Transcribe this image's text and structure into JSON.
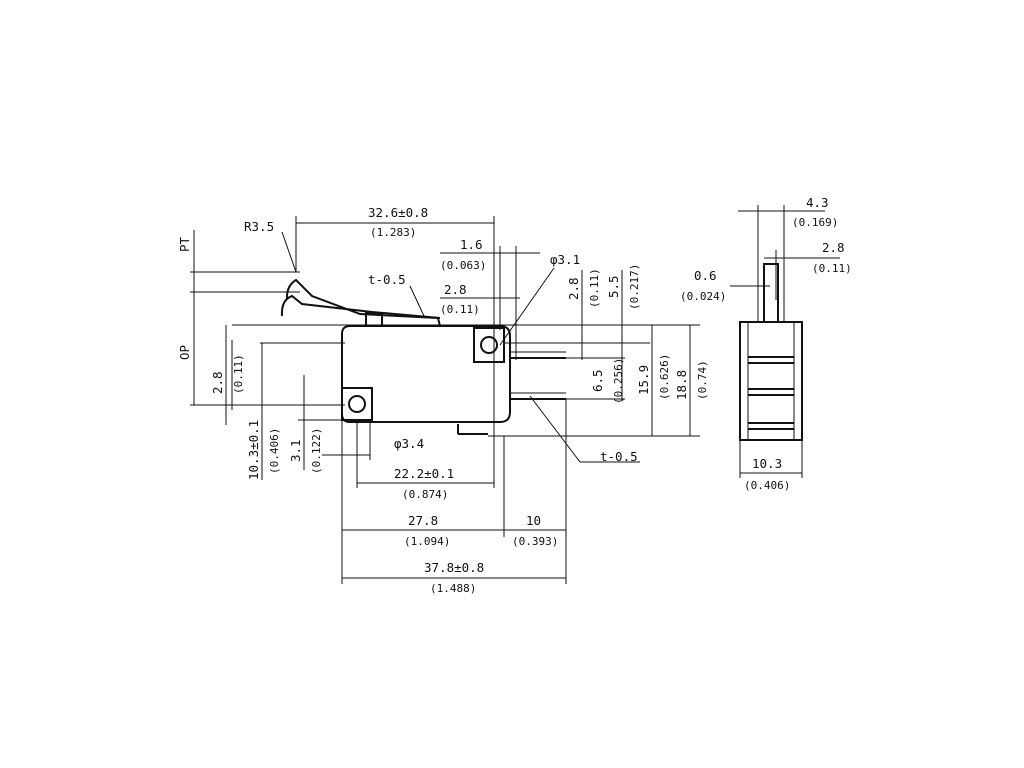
{
  "dims": {
    "overall_top": {
      "mm": "32.6±0.8",
      "in": "(1.283)"
    },
    "r35": "R3.5",
    "pt": "PT",
    "op": "OP",
    "lever_t": "t-0.5",
    "d16": {
      "mm": "1.6",
      "in": "(0.063)"
    },
    "phi31": "φ3.1",
    "d28_top": {
      "mm": "2.8",
      "in": "(0.11)"
    },
    "d28_vert": {
      "mm": "2.8",
      "in": "(0.11)"
    },
    "d55": {
      "mm": "5.5",
      "in": "(0.217)"
    },
    "d65": {
      "mm": "6.5",
      "in": "(0.256)"
    },
    "d159": {
      "mm": "15.9",
      "in": "(0.626)"
    },
    "d188": {
      "mm": "18.8",
      "in": "(0.74)"
    },
    "d28_left": {
      "mm": "2.8",
      "in": "(0.11)"
    },
    "d103_left": {
      "mm": "10.3±0.1",
      "in": "(0.406)"
    },
    "d31": {
      "mm": "3.1",
      "in": "(0.122)"
    },
    "phi34": "φ3.4",
    "d222": {
      "mm": "22.2±0.1",
      "in": "(0.874)"
    },
    "terminal_t": "t-0.5",
    "d278": {
      "mm": "27.8",
      "in": "(1.094)"
    },
    "d10": {
      "mm": "10",
      "in": "(0.393)"
    },
    "d378": {
      "mm": "37.8±0.8",
      "in": "(1.488)"
    },
    "side_43": {
      "mm": "4.3",
      "in": "(0.169)"
    },
    "side_28": {
      "mm": "2.8",
      "in": "(0.11)"
    },
    "side_06": {
      "mm": "0.6",
      "in": "(0.024)"
    },
    "side_103": {
      "mm": "10.3",
      "in": "(0.406)"
    }
  }
}
